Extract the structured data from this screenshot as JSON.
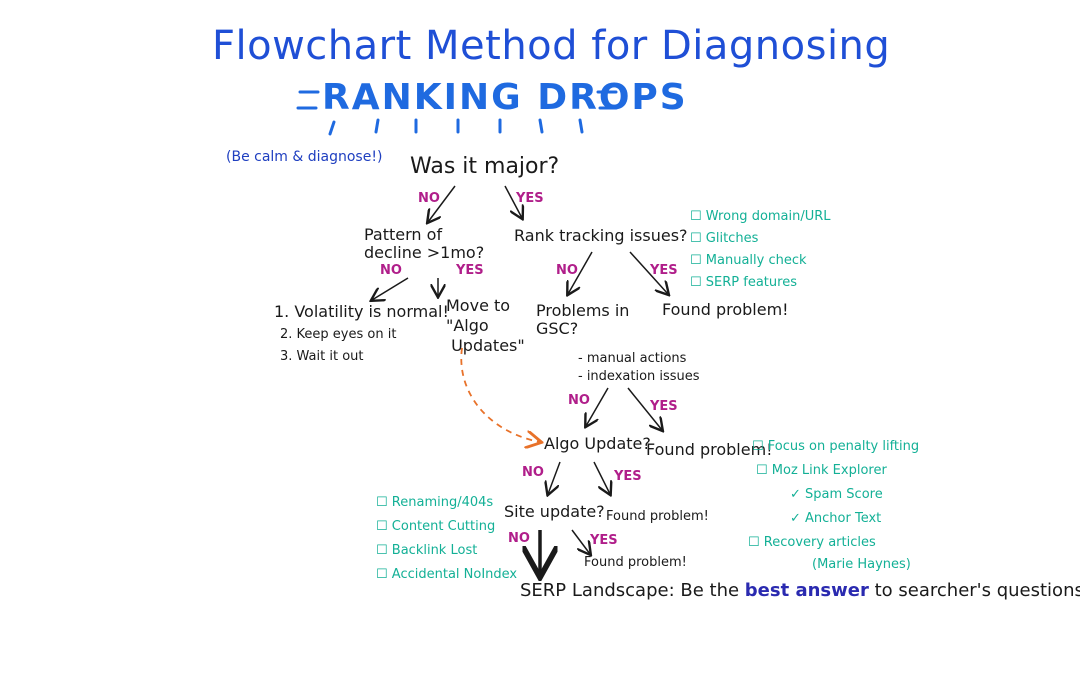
{
  "title": "Flowchart Method for Diagnosing",
  "subtitle": "RANKING DROPS",
  "note": "(Be calm & diagnose!)",
  "nodes": {
    "major": "Was it major?",
    "pattern": "Pattern of\ndecline >1mo?",
    "volatility": [
      "1. Volatility is normal!",
      "2. Keep eyes on it",
      "3. Wait it out"
    ],
    "move_to": "Move to\n\"Algo\n Updates\"",
    "rank_tracking": "Rank tracking issues?",
    "found1": "Found problem!",
    "gsc": "Problems in\nGSC?",
    "gsc_items": [
      "- manual actions",
      "- indexation issues"
    ],
    "algo": "Algo Update?",
    "found2": "Found problem!",
    "site_update": "Site update?",
    "found3": "Found problem!",
    "found4": "Found problem!",
    "serp_prefix": "SERP Landscape: Be the",
    "serp_highlight": "best answer",
    "serp_suffix": "to searcher's questions."
  },
  "labels": {
    "no": "NO",
    "yes": "YES"
  },
  "checklists": {
    "rank_tracking": [
      "☐ Wrong domain/URL",
      "☐ Glitches",
      "☐ Manually check",
      "☐ SERP features"
    ],
    "penalty": [
      "☐ Focus on penalty lifting",
      "☐ Moz Link Explorer",
      "✓ Spam Score",
      "✓ Anchor Text",
      "☐ Recovery articles",
      "(Marie Haynes)"
    ],
    "site": [
      "☐ Renaming/404s",
      "☐ Content Cutting",
      "☐ Backlink Lost",
      "☐ Accidental NoIndex"
    ]
  },
  "colors": {
    "title": "#1f4fd6",
    "decision": "#b01e8a",
    "checklist": "#13b096",
    "ink": "#1a1a1a",
    "dashed_arrow": "#e8722a"
  }
}
